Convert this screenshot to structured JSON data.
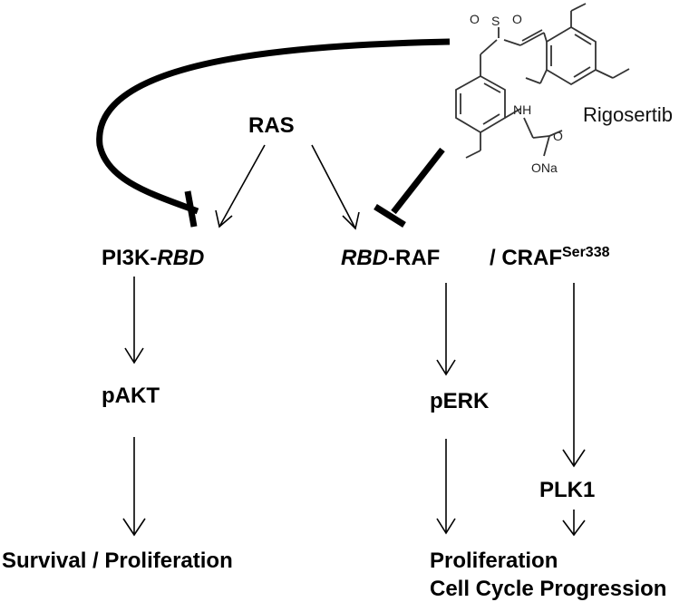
{
  "nodes": {
    "ras": "RAS",
    "pi3k_prefix": "PI3K-",
    "pi3k_italic": "RBD",
    "rbd_italic": "RBD",
    "rbd_suffix": "-RAF",
    "craf_prefix": "/ CRAF",
    "craf_sup": "Ser338",
    "pakt": "pAKT",
    "perk": "pERK",
    "plk1": "PLK1",
    "survival": "Survival / Proliferation",
    "proliferation": "Proliferation",
    "cell_cycle": "Cell Cycle Progression"
  },
  "compound": {
    "name": "Rigosertib",
    "atoms": {
      "s": "S",
      "o1": "O",
      "o2": "O",
      "nh": "NH",
      "o_carbonyl": "O",
      "ona": "ONa"
    }
  }
}
